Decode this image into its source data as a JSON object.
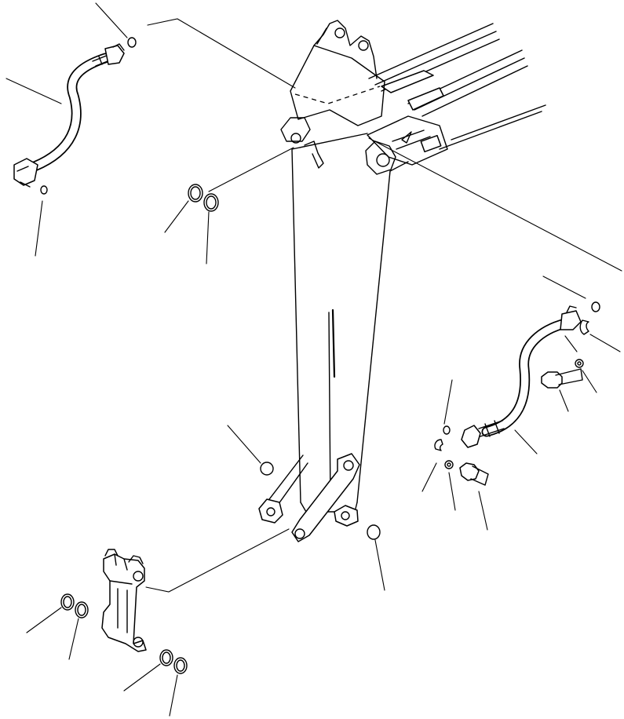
{
  "diagram": {
    "kind": "exploded parts diagram",
    "line_color": "#000000",
    "background": "#ffffff",
    "parts": [
      "upper-left-hose",
      "arm-body",
      "lower-link",
      "right-hose",
      "right-bolt",
      "right-lower-bolt",
      "o-rings",
      "shims",
      "clamps",
      "washers"
    ],
    "callout_labels": []
  }
}
